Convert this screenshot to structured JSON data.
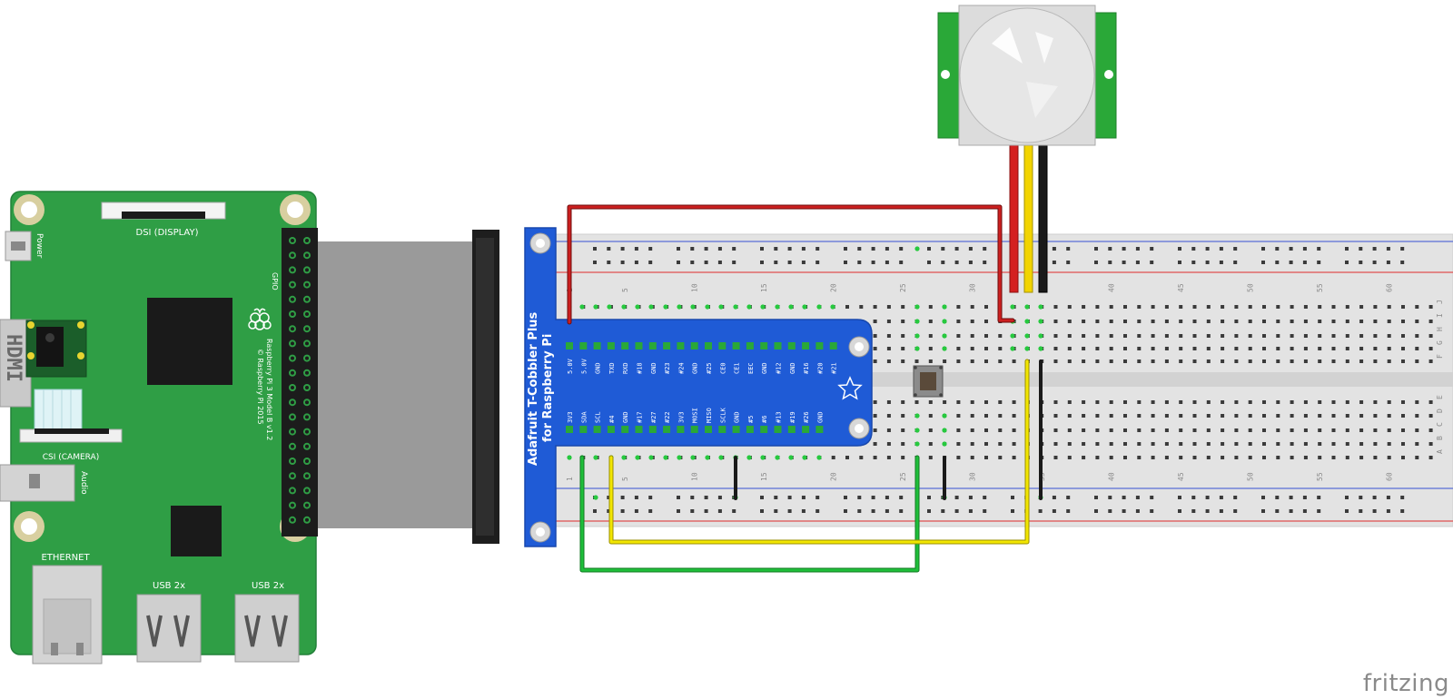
{
  "raspberry_pi": {
    "dsi_label": "DSI (DISPLAY)",
    "power_label": "Power",
    "gpio_label": "GPIO",
    "model_label": "Raspberry Pi 3 Model B v1.2",
    "copyright_label": "© Raspberry Pi 2015",
    "csi_label": "CSI (CAMERA)",
    "audio_label": "Audio",
    "ethernet_label": "ETHERNET",
    "usb_label_1": "USB 2x",
    "usb_label_2": "USB 2x",
    "hdmi_label": "HDMI"
  },
  "cobbler": {
    "title_line1": "Adafruit T-Cobbler Plus",
    "title_line2": "for Raspberry Pi",
    "top_pins": [
      "5.0V",
      "5.0V",
      "GND",
      "TXD",
      "RXD",
      "#18",
      "GND",
      "#23",
      "#24",
      "GND",
      "#25",
      "CE0",
      "CE1",
      "EEC",
      "GND",
      "#12",
      "GND",
      "#16",
      "#20",
      "#21"
    ],
    "bottom_pins": [
      "3V3",
      "SDA",
      "SCL",
      "#4",
      "GND",
      "#17",
      "#27",
      "#22",
      "3V3",
      "MOSI",
      "MISO",
      "SCLK",
      "GND",
      "#5",
      "#6",
      "#13",
      "#19",
      "#26",
      "GND"
    ]
  },
  "breadboard": {
    "column_numbers": [
      "1",
      "5",
      "10",
      "15",
      "20",
      "25",
      "30",
      "35",
      "40",
      "45",
      "50",
      "55",
      "60"
    ],
    "row_letters_top": [
      "J",
      "I",
      "H",
      "G",
      "F"
    ],
    "row_letters_bottom": [
      "E",
      "D",
      "C",
      "B",
      "A"
    ]
  },
  "wire_colors": {
    "red": "#cc1f1f",
    "yellow": "#f2e600",
    "black": "#1a1a1a",
    "green": "#1fbf3a"
  },
  "brand": "fritzing"
}
